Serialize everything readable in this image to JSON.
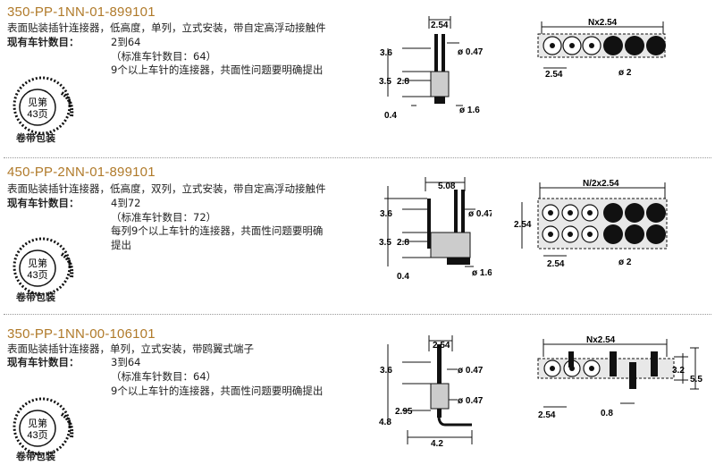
{
  "items": [
    {
      "part_number": "350-PP-1NN-01-899101",
      "description": "表面贴装插针连接器，低高度，单列，立式安装，带自定高浮动接触件",
      "pins_label": "现有车针数目：",
      "pins_value": "2到64",
      "standard": "（标准车针数目：64）",
      "note1": "9个以上车针的连接器，共面性问题要明确提出",
      "note2": "",
      "reel_text1": "见第",
      "reel_text2": "43页",
      "reel_label": "卷带包装",
      "side_dims": [
        "2.54",
        "3.6",
        "ø 0.47",
        "3.5",
        "2.8",
        "0.4",
        "ø 1.6"
      ],
      "top_dims": [
        "Nx2.54",
        "2.54",
        "ø 2"
      ]
    },
    {
      "part_number": "450-PP-2NN-01-899101",
      "description": "表面贴装插针连接器，低高度，双列，立式安装，带自定高浮动接触件",
      "pins_label": "现有车针数目：",
      "pins_value": "4到72",
      "standard": "（标准车针数目：72）",
      "note1": "每列9个以上车针的连接器，共面性问题要明确",
      "note2": "提出",
      "reel_text1": "见第",
      "reel_text2": "43页",
      "reel_label": "卷带包装",
      "side_dims": [
        "5.08",
        "3.6",
        "ø 0.47",
        "3.5",
        "2.8",
        "0.4",
        "ø 1.6"
      ],
      "top_dims": [
        "N/2x2.54",
        "2.54",
        "2.54",
        "ø 2"
      ]
    },
    {
      "part_number": "350-PP-1NN-00-106101",
      "description": "表面贴装插针连接器，单列，立式安装，带鸥翼式端子",
      "pins_label": "现有车针数目：",
      "pins_value": "3到64",
      "standard": "（标准车针数目：64）",
      "note1": "9个以上车针的连接器，共面性问题要明确提出",
      "note2": "",
      "reel_text1": "见第",
      "reel_text2": "43页",
      "reel_label": "卷带包装",
      "side_dims": [
        "2.54",
        "3.6",
        "ø 0.47",
        "2.95",
        "4.8",
        "ø 0.47",
        "4.2"
      ],
      "top_dims": [
        "Nx2.54",
        "3.2",
        "5.5",
        "2.54",
        "0.8"
      ]
    }
  ]
}
